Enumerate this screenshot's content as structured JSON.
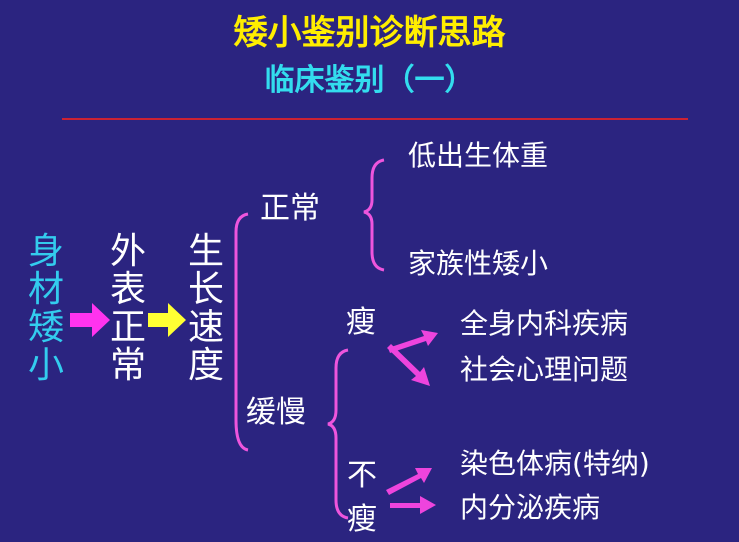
{
  "header": {
    "title": "矮小鉴别诊断思路",
    "subtitle": "临床鉴别（一）"
  },
  "diagram": {
    "start": "身材矮小",
    "appearance": "外表正常",
    "growth_speed": "生长速度",
    "normal_branch": {
      "label": "正常",
      "items": [
        "低出生体重",
        "家族性矮小"
      ]
    },
    "slow_branch": {
      "label": "缓慢",
      "thin": {
        "label": "瘦",
        "items": [
          "全身内科疾病",
          "社会心理问题"
        ]
      },
      "not_thin": {
        "label": "不瘦",
        "items": [
          "染色体病(特纳)",
          "内分泌疾病"
        ]
      }
    }
  },
  "colors": {
    "background": "#2b2480",
    "title": "#ffee00",
    "subtitle": "#33ddee",
    "rule": "#cc2233",
    "arrow_magenta": "#ff33ee",
    "arrow_yellow": "#ffff33",
    "brace": "#ee55dd",
    "text_white": "#ffffff",
    "text_cyan": "#33ccee"
  }
}
